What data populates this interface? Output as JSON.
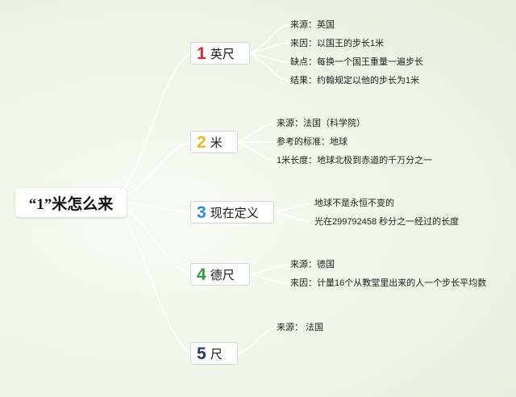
{
  "root": {
    "label": "“1”米怎么来"
  },
  "branches": [
    {
      "num": "1",
      "label": "英尺",
      "color": "#e8242b",
      "details": [
        "来源：英国",
        "来因：以国王的步长1米",
        "缺点：每换一个国王重量一遍步长",
        "结果：约翰规定以他的步长为1米"
      ]
    },
    {
      "num": "2",
      "label": "米",
      "color": "#f2b526",
      "details": [
        "来源：法国（科学院）",
        "参考的标准：地球",
        "1米长度：地球北极到赤道的千万分之一"
      ]
    },
    {
      "num": "3",
      "label": "现在定义",
      "color": "#2a8fd6",
      "details": [
        "地球不是永恒不变的",
        "光在299792458 秒分之一经过的长度"
      ]
    },
    {
      "num": "4",
      "label": "德尺",
      "color": "#2f9d3a",
      "details": [
        "来源：德国",
        "来因：计量16个从教堂里出来的人一个步长平均数"
      ]
    },
    {
      "num": "5",
      "label": "尺",
      "color": "#24367a",
      "details": [
        "来源： 法国"
      ]
    }
  ]
}
